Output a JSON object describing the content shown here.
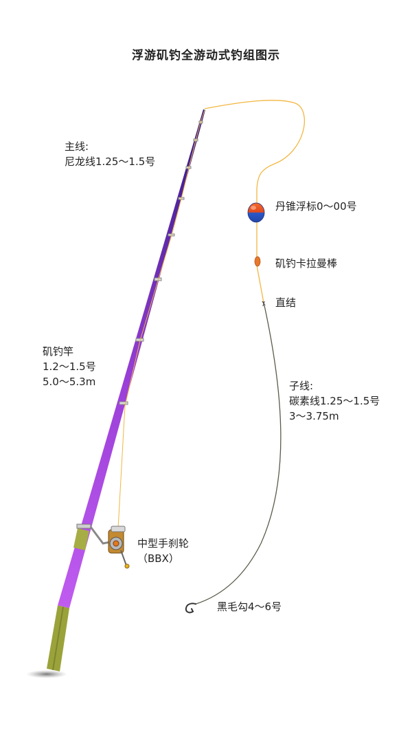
{
  "title": "浮游矶钓全游动式钓组图示",
  "labels": {
    "main_line": {
      "line1": "主线:",
      "line2": "尼龙线1.25～1.5号"
    },
    "float": "丹锥浮标0～00号",
    "stopper": "矶钓卡拉曼棒",
    "knot": "直结",
    "rod": {
      "line1": "矶钓竿",
      "line2": "1.2～1.5号",
      "line3": "5.0～5.3m"
    },
    "leader": {
      "line1": "子线:",
      "line2": "碳素线1.25～1.5号",
      "line3": "3～3.75m"
    },
    "reel": {
      "line1": "中型手刹轮",
      "line2": "（BBX）"
    },
    "hook": "黑毛勾4～6号"
  },
  "colors": {
    "rod_dark": "#3a1c8c",
    "rod_light": "#b455e8",
    "handle": "#9aa23a",
    "main_line": "#f2b640",
    "leader_line": "#5a5a4a",
    "float_top": "#f05a28",
    "float_bottom": "#2f5fd0",
    "stopper": "#e8782a"
  }
}
